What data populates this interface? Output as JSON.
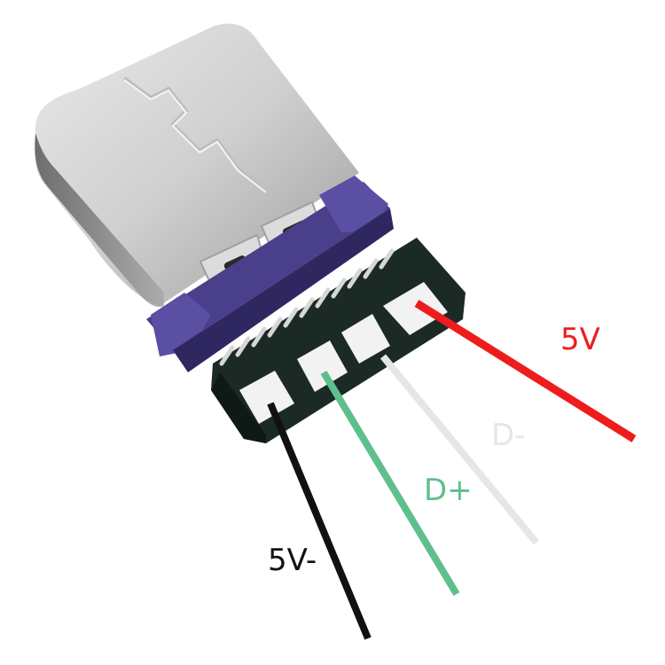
{
  "wires": [
    {
      "label": "5V",
      "color": "#ee1c1c"
    },
    {
      "label": "D-",
      "color": "#e6e6e6"
    },
    {
      "label": "D+",
      "color": "#5fbf8c"
    },
    {
      "label": "5V-",
      "color": "#111111"
    }
  ],
  "colors": {
    "shell": "#c9c9c9",
    "shell_dark": "#9a9a9a",
    "bracket": "#4a3f8a",
    "pcb": "#1b2a24",
    "pad": "#f2f2f2"
  }
}
